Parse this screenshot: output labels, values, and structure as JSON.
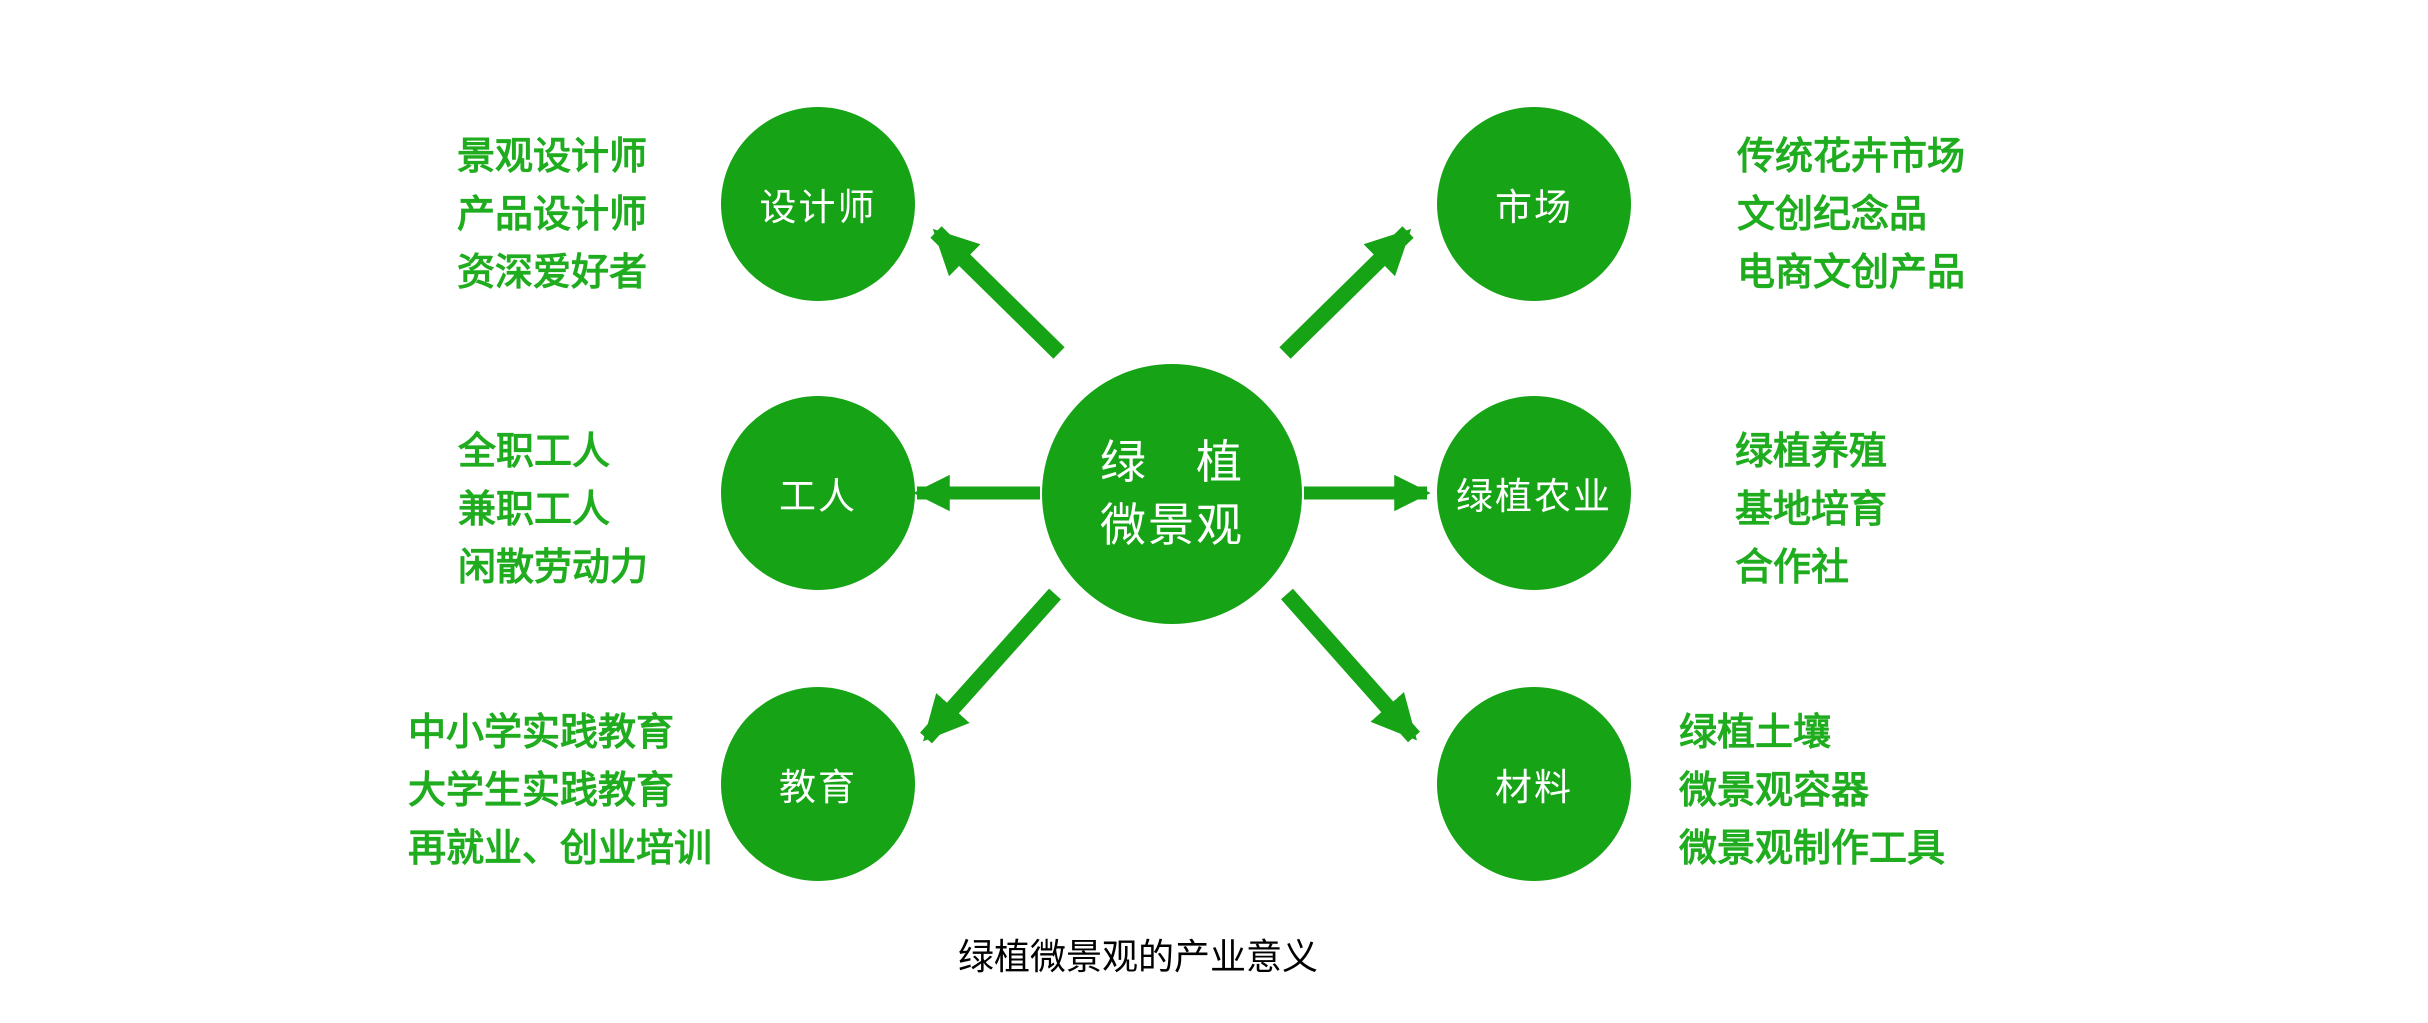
{
  "caption": "绿植微景观的产业意义",
  "center": {
    "line1": "绿　植",
    "line2": "微景观"
  },
  "nodes": [
    {
      "id": "designer",
      "label": "设计师",
      "items": [
        "景观设计师",
        "产品设计师",
        "资深爱好者"
      ]
    },
    {
      "id": "market",
      "label": "市场",
      "items": [
        "传统花卉市场",
        "文创纪念品",
        "电商文创产品"
      ]
    },
    {
      "id": "worker",
      "label": "工人",
      "items": [
        "全职工人",
        "兼职工人",
        "闲散劳动力"
      ]
    },
    {
      "id": "agriculture",
      "label": "绿植农业",
      "items": [
        "绿植养殖",
        "基地培育",
        "合作社"
      ]
    },
    {
      "id": "education",
      "label": "教育",
      "items": [
        "中小学实践教育",
        "大学生实践教育",
        "再就业、创业培训"
      ]
    },
    {
      "id": "material",
      "label": "材料",
      "items": [
        "绿植土壤",
        "微景观容器",
        "微景观制作工具"
      ]
    }
  ],
  "colors": {
    "shape_green": "#16A316",
    "text_green": "#1FAD1F",
    "circle_label_white": "#FFFFFF",
    "caption_black": "#000000",
    "background": "#FFFFFF"
  }
}
